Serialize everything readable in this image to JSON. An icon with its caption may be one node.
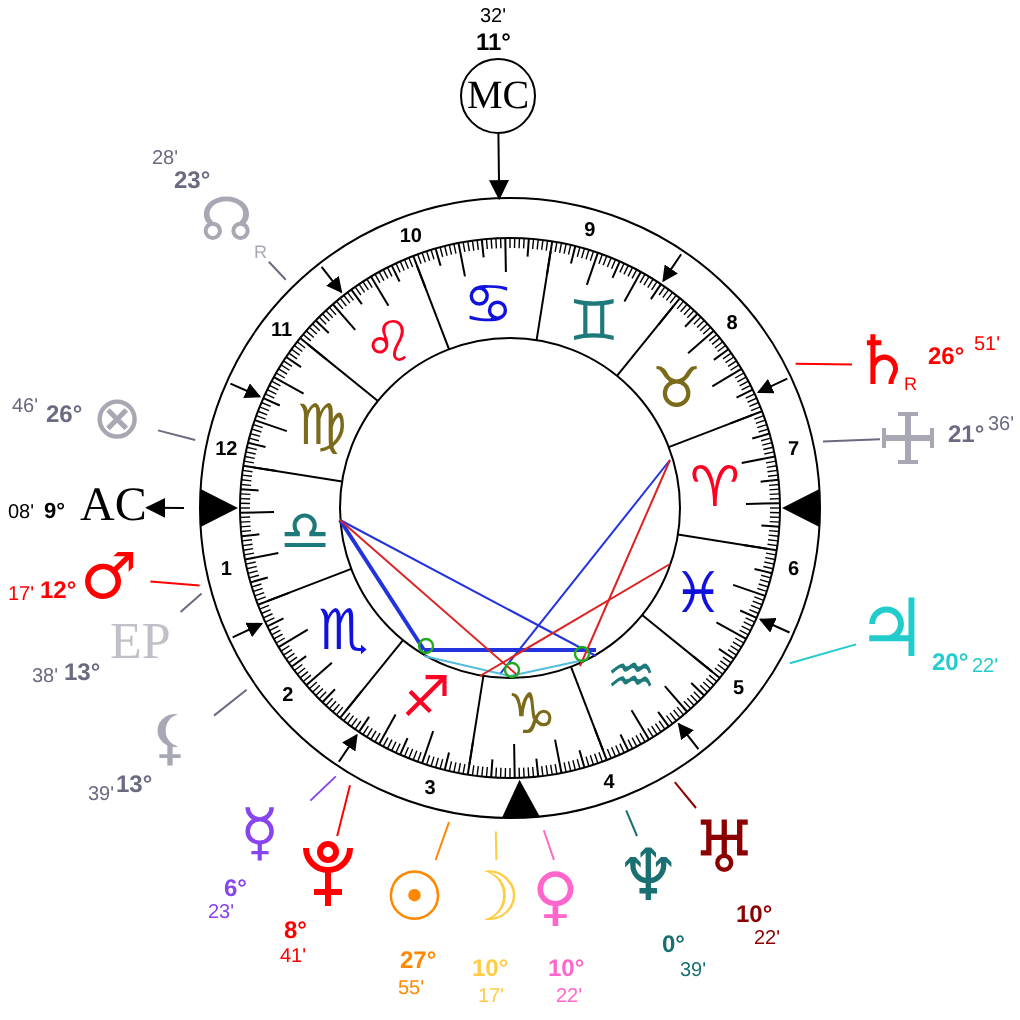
{
  "diagram": {
    "nodes": [
      {
        "text": [
          "32'",
          "11°",
          "MC"
        ]
      },
      {
        "text": [
          "28'",
          "23°",
          "☊",
          "R"
        ]
      },
      {
        "text": [
          "46'",
          "26°",
          "⊗"
        ]
      },
      {
        "text": [
          "08'",
          "9°",
          "AC"
        ]
      },
      {
        "text": [
          "17'",
          "12°",
          "♂"
        ]
      },
      {
        "text": [
          "EP",
          "38'",
          "13°"
        ]
      },
      {
        "text": [
          "⚸",
          "39'",
          "13°"
        ]
      },
      {
        "text": [
          "☿",
          "6°",
          "23'"
        ]
      },
      {
        "text": [
          "8°",
          "41'"
        ]
      },
      {
        "text": [
          "☉",
          "27°",
          "55'"
        ]
      },
      {
        "text": [
          "☽",
          "10°",
          "17'"
        ]
      },
      {
        "text": [
          "♀",
          "10°",
          "22'"
        ]
      },
      {
        "text": [
          "♆",
          "0°",
          "39'"
        ]
      },
      {
        "text": [
          "♅",
          "10°",
          "22'"
        ]
      },
      {
        "text": [
          "♃",
          "20°",
          "22'"
        ]
      },
      {
        "text": [
          "21°",
          "36'"
        ]
      },
      {
        "text": [
          "♄",
          "R",
          "26°",
          "51'"
        ]
      }
    ],
    "edges": [
      {
        "from": 0,
        "to": null,
        "arrow": "to",
        "color": "#000000"
      },
      {
        "from": 1,
        "to": null,
        "arrow": "none",
        "color": "#6a6a80"
      },
      {
        "from": 2,
        "to": null,
        "arrow": "none",
        "color": "#6a6a80"
      },
      {
        "from": null,
        "to": 3,
        "arrow": "to",
        "color": "#000000"
      },
      {
        "from": 4,
        "to": null,
        "arrow": "none",
        "color": "#ff0000"
      },
      {
        "from": 5,
        "to": null,
        "arrow": "none",
        "color": "#6a6a80"
      },
      {
        "from": 6,
        "to": null,
        "arrow": "none",
        "color": "#6a6a80"
      },
      {
        "from": 7,
        "to": null,
        "arrow": "none",
        "color": "#8844ee"
      },
      {
        "from": 8,
        "to": null,
        "arrow": "none",
        "color": "#ff0000"
      },
      {
        "from": 9,
        "to": null,
        "arrow": "none",
        "color": "#ff8800"
      },
      {
        "from": 10,
        "to": null,
        "arrow": "none",
        "color": "#ffcc44"
      },
      {
        "from": 11,
        "to": null,
        "arrow": "none",
        "color": "#ff66cc"
      },
      {
        "from": 12,
        "to": null,
        "arrow": "none",
        "color": "#1a7070"
      },
      {
        "from": 13,
        "to": null,
        "arrow": "none",
        "color": "#8b0000"
      },
      {
        "from": 14,
        "to": null,
        "arrow": "none",
        "color": "#22cccc"
      },
      {
        "from": 15,
        "to": null,
        "arrow": "none",
        "color": "#6a6a80"
      },
      {
        "from": 16,
        "to": null,
        "arrow": "none",
        "color": "#ff0000"
      }
    ],
    "labels": [
      "1",
      "2",
      "3",
      "4",
      "5",
      "6",
      "7",
      "8",
      "9",
      "10",
      "11",
      "12",
      "♈",
      "♉",
      "♊",
      "♋",
      "♌",
      "♍",
      "♎",
      "♏",
      "♐",
      "♑",
      "♒",
      "♓"
    ]
  }
}
